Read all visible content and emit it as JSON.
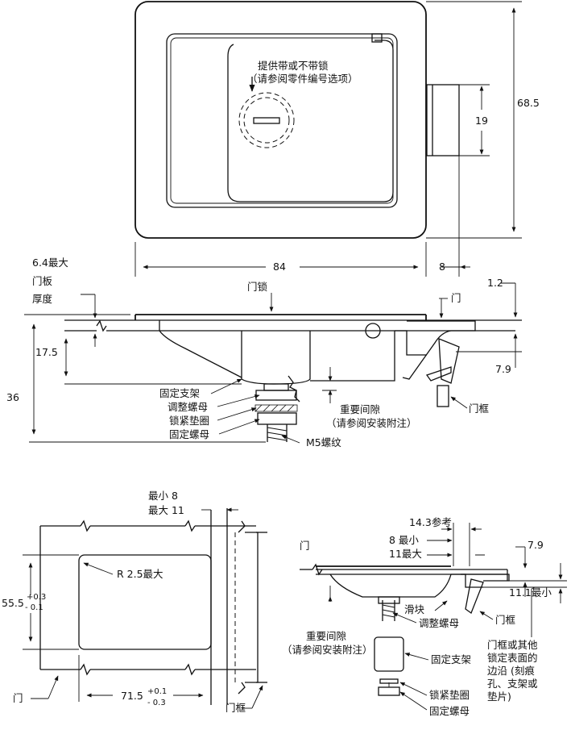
{
  "top_view": {
    "note_line1": "提供带或不带锁",
    "note_line2": "（请参阅零件编号选项）",
    "dim_height": "68.5",
    "dim_handle": "19",
    "dim_width": "84",
    "dim_offset": "8"
  },
  "side_view": {
    "door_thickness_dim": "6.4最大",
    "door_thickness_label1": "门板",
    "door_thickness_label2": "厚度",
    "lock_label": "门锁",
    "dim_1_2": "1.2",
    "door_label": "门",
    "dim_17_5": "17.5",
    "dim_36": "36",
    "dim_7_9": "7.9",
    "parts": [
      "固定支架",
      "调整螺母",
      "锁紧垫圈",
      "固定螺母"
    ],
    "clearance_line1": "重要间隙",
    "clearance_line2": "（请参阅安装附注）",
    "frame_label": "门框",
    "thread_label": "M5螺纹"
  },
  "cutout_view": {
    "min_label": "最小 8",
    "max_label": "最大 11",
    "radius_label": "R 2.5最大",
    "height_dim": "55.5",
    "height_tol_plus": "+0.3",
    "height_tol_minus": "- 0.1",
    "width_dim": "71.5",
    "width_tol_plus": "+0.1",
    "width_tol_minus": "- 0.3",
    "door_label": "门",
    "frame_label": "门框"
  },
  "mount_view": {
    "ref_dim": "14.3参考",
    "min_dim": "8 最小",
    "max_dim": "11最大",
    "door_label": "门",
    "dim_7_9": "7.9",
    "dim_11_1": "11.1最小",
    "slider_label": "滑块",
    "adjust_nut": "调整螺母",
    "frame_label": "门框",
    "clearance_line1": "重要间隙",
    "clearance_line2": "（请参阅安装附注）",
    "bracket_label": "固定支架",
    "note_lines": [
      "门框或其他",
      "锁定表面的",
      "边沿 (刻痕",
      "孔、支架或",
      "垫片)"
    ],
    "washer_label": "锁紧垫圈",
    "fix_nut_label": "固定螺母"
  }
}
